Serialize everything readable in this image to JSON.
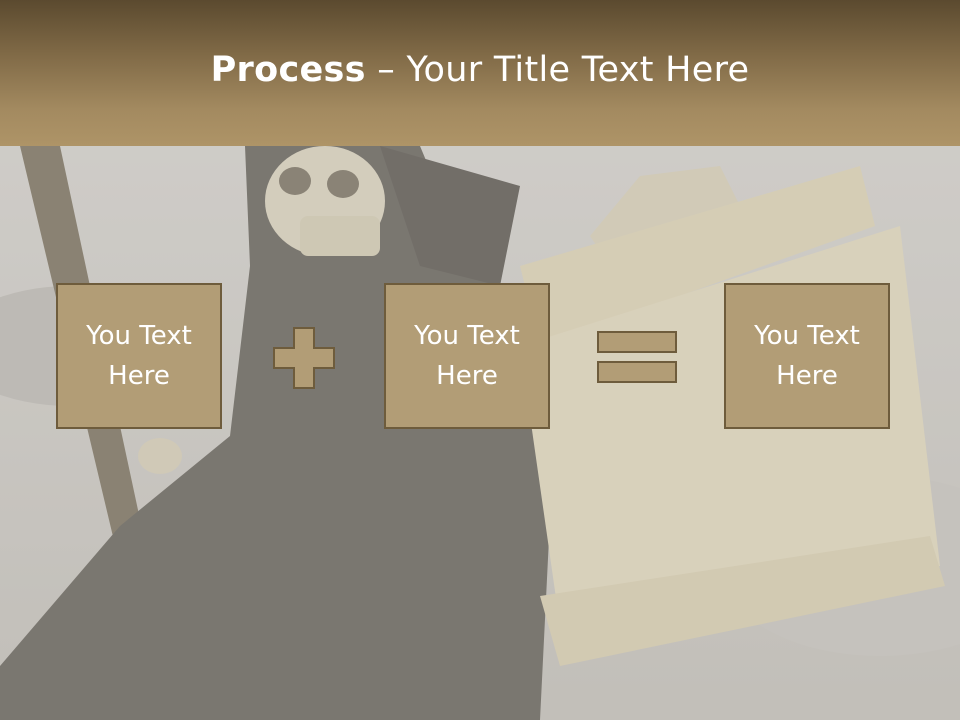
{
  "slide": {
    "title_bold": "Process",
    "title_separator": " – ",
    "title_rest": "Your Title Text Here",
    "boxes": [
      {
        "text": "You Text Here"
      },
      {
        "text": "You Text Here"
      },
      {
        "text": "You Text Here"
      }
    ],
    "operators": [
      "plus-icon",
      "equals-icon"
    ]
  },
  "colors": {
    "header_top": "#5b4a2f",
    "header_bottom": "#ae9467",
    "box_fill": "#b29d76",
    "box_border": "#6e5c3c",
    "text": "#ffffff",
    "background": "#c9c6c0"
  }
}
